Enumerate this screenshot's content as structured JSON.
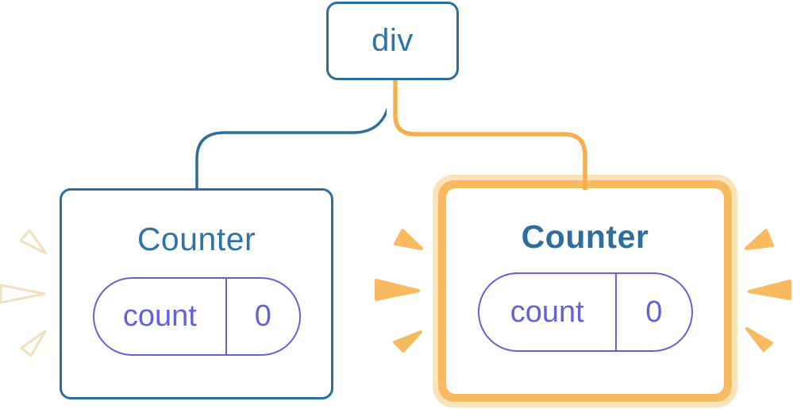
{
  "diagram": {
    "root": {
      "label": "div"
    },
    "left_counter": {
      "title": "Counter",
      "state_key": "count",
      "state_value": "0",
      "highlighted": false
    },
    "right_counter": {
      "title": "Counter",
      "state_key": "count",
      "state_value": "0",
      "highlighted": true
    }
  },
  "colors": {
    "blue_border": "#2C6F9E",
    "blue_text": "#2E74A6",
    "purple": "#6262D6",
    "orange": "#F8BA5E",
    "orange_light": "#FBE2B8",
    "orange_line": "#F5AF4D",
    "white": "#FFFFFF"
  }
}
